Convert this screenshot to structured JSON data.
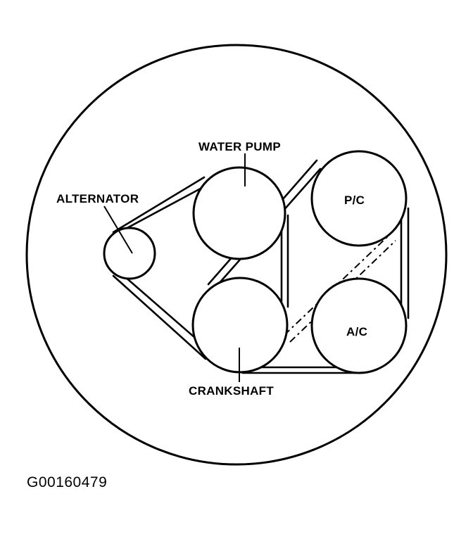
{
  "labels": {
    "water_pump": "WATER PUMP",
    "alternator": "ALTERNATOR",
    "crankshaft": "CRANKSHAFT",
    "power_steering": "P/C",
    "air_conditioning": "A/C"
  },
  "figure_id": "G00160479"
}
